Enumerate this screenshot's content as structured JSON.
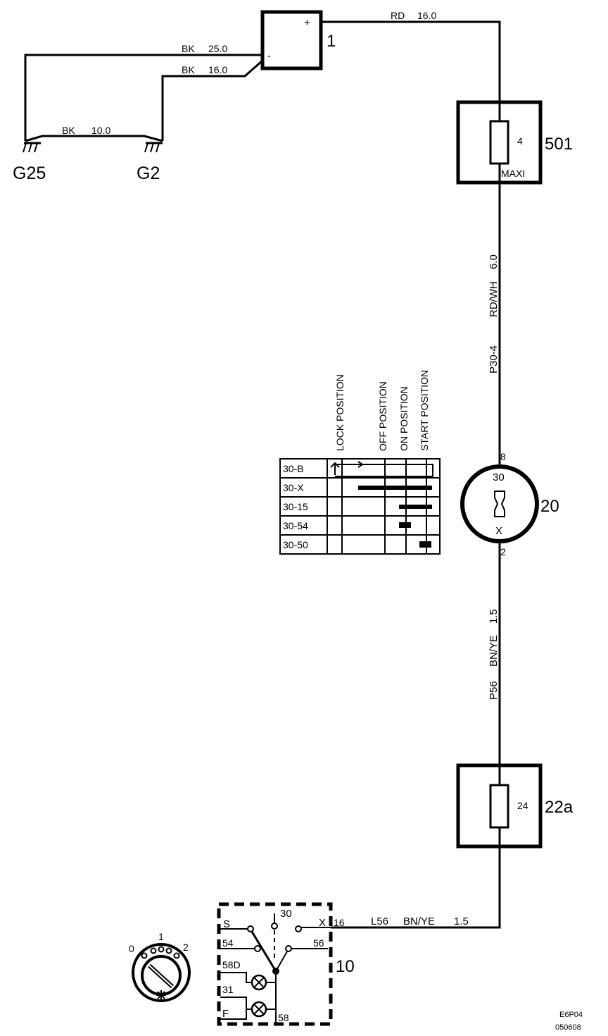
{
  "components": {
    "battery": {
      "id": "1",
      "plus": "+",
      "minus": "-"
    },
    "fuse_maxi": {
      "id": "501",
      "fuse_no": "4",
      "type": "MAXI"
    },
    "ignition_switch": {
      "id": "20",
      "pin_top": "8",
      "pin_bottom": "2",
      "term_top": "30",
      "term_bottom": "X"
    },
    "fuse_22a": {
      "id": "22a",
      "fuse_no": "24"
    },
    "light_switch": {
      "id": "10",
      "terminals": {
        "s": "S",
        "t30": "30",
        "x": "X",
        "x_pin": "16",
        "t54": "54",
        "t56": "56",
        "t58d": "58D",
        "t31": "31",
        "f": "F",
        "t58": "58"
      }
    },
    "knob": {
      "pos0": "0",
      "pos1": "1",
      "pos2": "2"
    }
  },
  "grounds": {
    "g25": "G25",
    "g2": "G2"
  },
  "wires": {
    "rd_16": {
      "color": "RD",
      "size": "16.0"
    },
    "bk_25": {
      "color": "BK",
      "size": "25.0"
    },
    "bk_16": {
      "color": "BK",
      "size": "16.0"
    },
    "bk_10": {
      "color": "BK",
      "size": "10.0"
    },
    "p30_4": {
      "circuit": "P30-4",
      "color": "RD/WH",
      "size": "6.0"
    },
    "p56": {
      "circuit": "P56",
      "color": "BN/YE",
      "size": "1.5"
    },
    "l56": {
      "circuit": "L56",
      "color": "BN/YE",
      "size": "1.5"
    }
  },
  "switch_table": {
    "columns": [
      "LOCK POSITION",
      "OFF POSITION",
      "ON POSITION",
      "START POSITION"
    ],
    "rows": [
      "30-B",
      "30-X",
      "30-15",
      "30-54",
      "30-50"
    ]
  },
  "footer": {
    "code": "E6P04",
    "date": "050608"
  }
}
